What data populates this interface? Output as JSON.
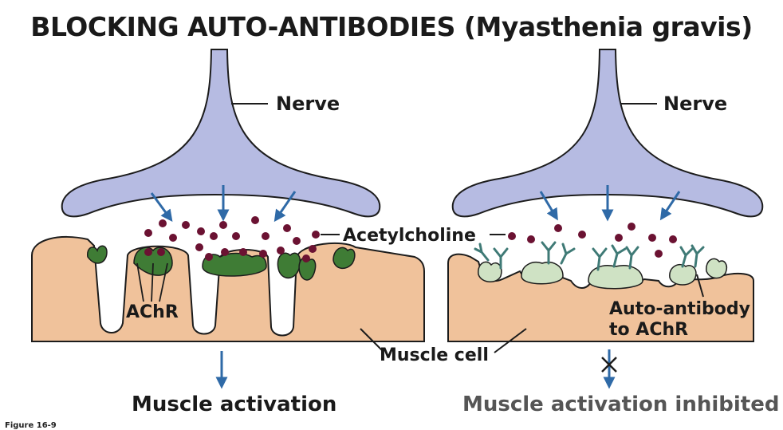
{
  "title": "BLOCKING AUTO-ANTIBODIES (Myasthenia gravis)",
  "labels": {
    "nerve_left": "Nerve",
    "nerve_right": "Nerve",
    "acetylcholine": "Acetylcholine",
    "achr": "AChR",
    "auto_antibody_line1": "Auto-antibody",
    "auto_antibody_line2": "to AChR",
    "muscle_cell": "Muscle cell",
    "muscle_activation": "Muscle activation",
    "muscle_activation_inhibited": "Muscle activation inhibited"
  },
  "figure_caption": "Figure 16-9",
  "colors": {
    "nerve": "#b6bbe2",
    "muscle": "#f0c29b",
    "receptor_active": "#3f7c35",
    "receptor_blocked": "#cfe2c4",
    "antibody": "#3f7a76",
    "acetylcholine": "#6b1232",
    "arrow": "#2f6aa7",
    "outline": "#1c1c1c",
    "inhibited_text": "#555555"
  }
}
